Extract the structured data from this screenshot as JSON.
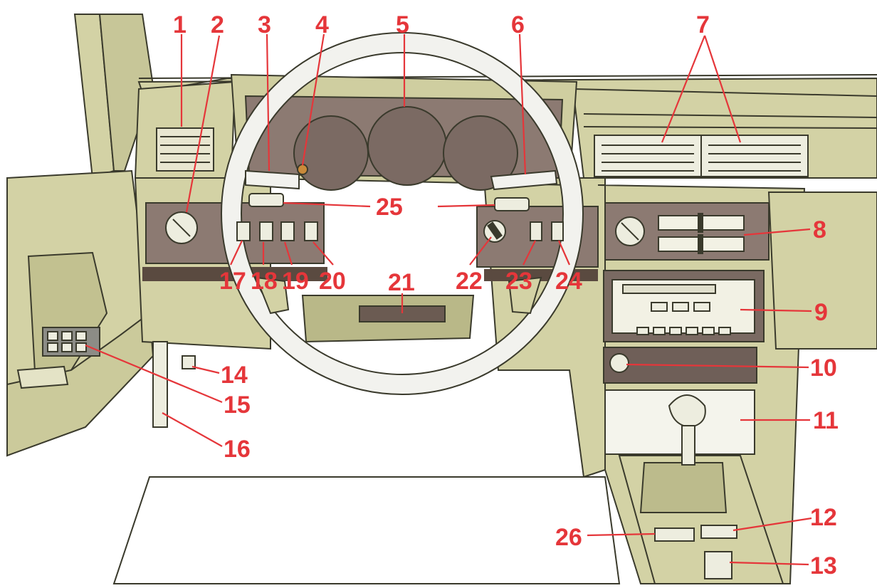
{
  "colors": {
    "panel": "#d3d2a5",
    "panel_dark": "#b9b888",
    "cluster": "#8c7a72",
    "cluster_dark": "#6f5f58",
    "trim_dark": "#5a4a40",
    "line": "#3a3a2c",
    "callout": "#e5363a",
    "wheel": "#f2f2ee",
    "floor": "#ffffff"
  },
  "callouts": [
    {
      "id": "1",
      "label": "1"
    },
    {
      "id": "2",
      "label": "2"
    },
    {
      "id": "3",
      "label": "3"
    },
    {
      "id": "4",
      "label": "4"
    },
    {
      "id": "5",
      "label": "5"
    },
    {
      "id": "6",
      "label": "6"
    },
    {
      "id": "7",
      "label": "7"
    },
    {
      "id": "8",
      "label": "8"
    },
    {
      "id": "9",
      "label": "9"
    },
    {
      "id": "10",
      "label": "10"
    },
    {
      "id": "11",
      "label": "11"
    },
    {
      "id": "12",
      "label": "12"
    },
    {
      "id": "13",
      "label": "13"
    },
    {
      "id": "14",
      "label": "14"
    },
    {
      "id": "15",
      "label": "15"
    },
    {
      "id": "16",
      "label": "16"
    },
    {
      "id": "17",
      "label": "17"
    },
    {
      "id": "18",
      "label": "18"
    },
    {
      "id": "19",
      "label": "19"
    },
    {
      "id": "20",
      "label": "20"
    },
    {
      "id": "21",
      "label": "21"
    },
    {
      "id": "22",
      "label": "22"
    },
    {
      "id": "23",
      "label": "23"
    },
    {
      "id": "24",
      "label": "24"
    },
    {
      "id": "25",
      "label": "25"
    },
    {
      "id": "26",
      "label": "26"
    }
  ]
}
